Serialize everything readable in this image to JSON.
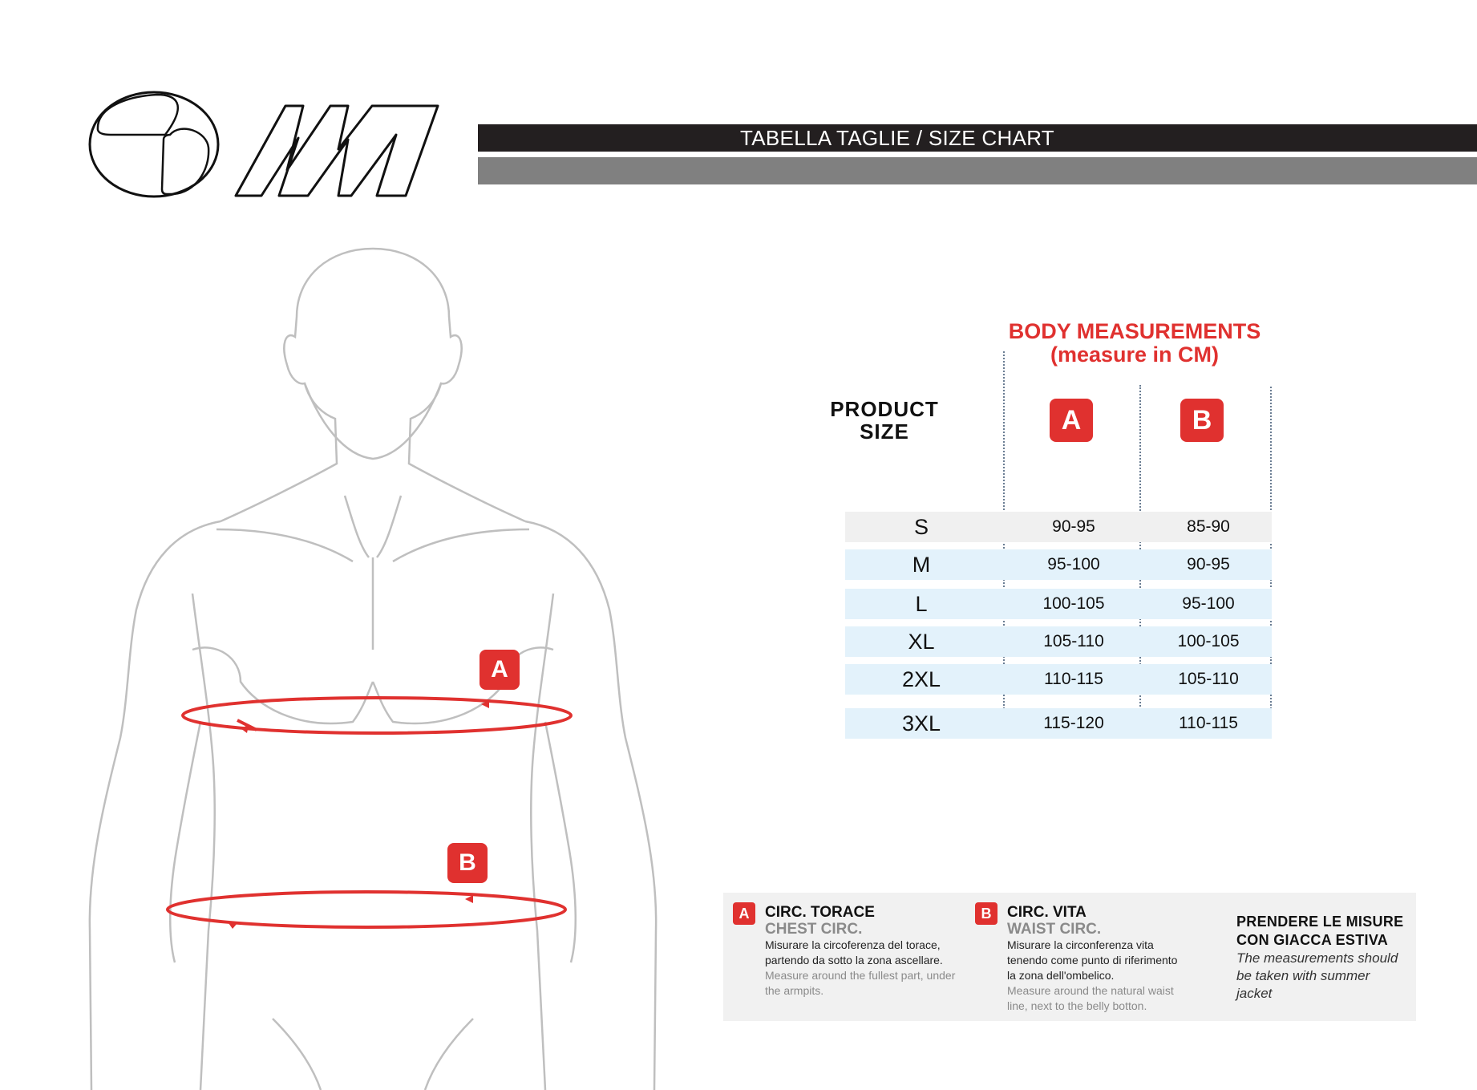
{
  "header": {
    "brand": "M1",
    "title": "TABELLA TAGLIE / SIZE CHART"
  },
  "figure": {
    "marker_a": "A",
    "marker_b": "B"
  },
  "table": {
    "heading_line1": "BODY MEASUREMENTS",
    "heading_line2": "(measure in CM)",
    "product_size_line1": "PRODUCT",
    "product_size_line2": "SIZE",
    "col_a": "A",
    "col_b": "B",
    "rows": [
      {
        "size": "S",
        "a": "90-95",
        "b": "85-90"
      },
      {
        "size": "M",
        "a": "95-100",
        "b": "90-95"
      },
      {
        "size": "L",
        "a": "100-105",
        "b": "95-100"
      },
      {
        "size": "XL",
        "a": "105-110",
        "b": "100-105"
      },
      {
        "size": "2XL",
        "a": "110-115",
        "b": "105-110"
      },
      {
        "size": "3XL",
        "a": "115-120",
        "b": "110-115"
      }
    ]
  },
  "legend": {
    "a": {
      "badge": "A",
      "title_it": "CIRC. TORACE",
      "title_en": "CHEST CIRC.",
      "desc_it_1": "Misurare la circoferenza del torace,",
      "desc_it_2": "partendo da sotto la zona ascellare.",
      "desc_en_1": "Measure around the fullest part, under",
      "desc_en_2": "the armpits."
    },
    "b": {
      "badge": "B",
      "title_it": "CIRC. VITA",
      "title_en": "WAIST CIRC.",
      "desc_it_1": "Misurare la circonferenza vita",
      "desc_it_2": "tenendo come punto di riferimento",
      "desc_it_3": "la zona dell'ombelico.",
      "desc_en_1": "Measure around the natural waist",
      "desc_en_2": "line, next to the belly botton."
    },
    "note": {
      "title_1": "PRENDERE LE MISURE",
      "title_2": "CON GIACCA ESTIVA",
      "en_1": "The measurements should",
      "en_2": "be taken with summer",
      "en_3": "jacket"
    }
  },
  "colors": {
    "accent_red": "#e0312f",
    "header_dark": "#231f20",
    "header_grey": "#808080",
    "row_grey": "#f0f0f0",
    "row_blue": "#e3f2fb",
    "legend_bg": "#f1f1f1"
  }
}
